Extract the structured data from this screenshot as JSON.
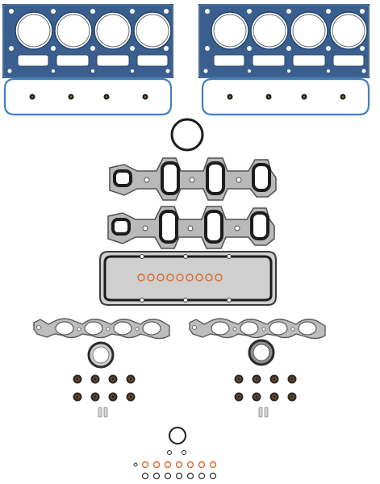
{
  "image": {
    "subject": "gasket-set-product-photo",
    "background": "#ffffff",
    "colors": {
      "head_gasket_blue": "#3a5f8f",
      "head_gasket_edge": "#24476e",
      "valve_cover_blue": "#3f7fc0",
      "rubber_black": "#1c1c1c",
      "steel_gray": "#9a9a9a",
      "steel_light": "#c9c9c9",
      "orange_oring": "#d9692a",
      "seal_brown": "#6b4a2a",
      "seal_green": "#3b6b3e",
      "clip_gray": "#c8c8c8"
    },
    "part_groups": [
      {
        "name": "head-gaskets",
        "count": 2
      },
      {
        "name": "valve-cover-gaskets",
        "count": 2
      },
      {
        "name": "throttle-body-o-ring",
        "count": 1
      },
      {
        "name": "intake-manifold-gaskets",
        "count": 2
      },
      {
        "name": "valley-cover-gasket",
        "count": 1
      },
      {
        "name": "exhaust-manifold-gaskets",
        "count": 2
      },
      {
        "name": "exhaust-flange-rings",
        "count": 2
      },
      {
        "name": "valve-stem-seals",
        "count": 16
      },
      {
        "name": "dowel-clips",
        "count": 4
      },
      {
        "name": "small-o-rings",
        "count": 17
      }
    ]
  }
}
